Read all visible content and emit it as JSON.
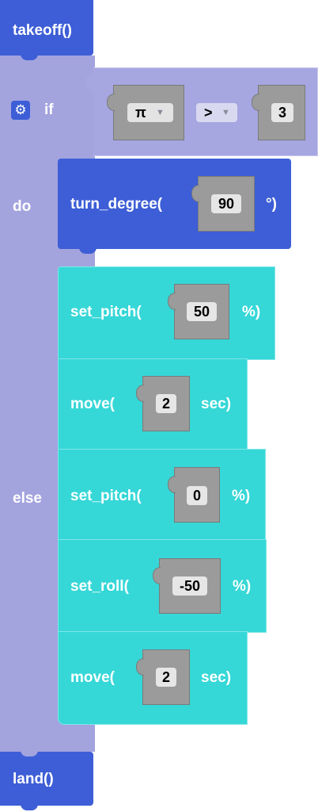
{
  "program": {
    "takeoff_label": "takeoff()",
    "if_label": "if",
    "do_label": "do",
    "else_label": "else",
    "land_label": "land()",
    "condition": {
      "left_value": "π",
      "operator": ">",
      "right_value": "3"
    },
    "do_blocks": {
      "turn_degree": {
        "label": "turn_degree(",
        "value": "90",
        "suffix": "°)"
      }
    },
    "else_blocks": [
      {
        "label": "set_pitch(",
        "value": "50",
        "suffix": "%)"
      },
      {
        "label": "move(",
        "value": "2",
        "suffix": "sec)"
      },
      {
        "label": "set_pitch(",
        "value": "0",
        "suffix": "%)"
      },
      {
        "label": "set_roll(",
        "value": "-50",
        "suffix": "%)"
      },
      {
        "label": "move(",
        "value": "2",
        "suffix": "sec)"
      }
    ]
  },
  "icons": {
    "settings": "gear-icon",
    "dropdown": "triangle-down-icon"
  },
  "colors": {
    "motion_block": "#3d5ed6",
    "control_block": "#a3a3de",
    "flight_block": "#36d7d7",
    "value_socket": "#9b9b9b",
    "field": "#e6e6e6"
  }
}
